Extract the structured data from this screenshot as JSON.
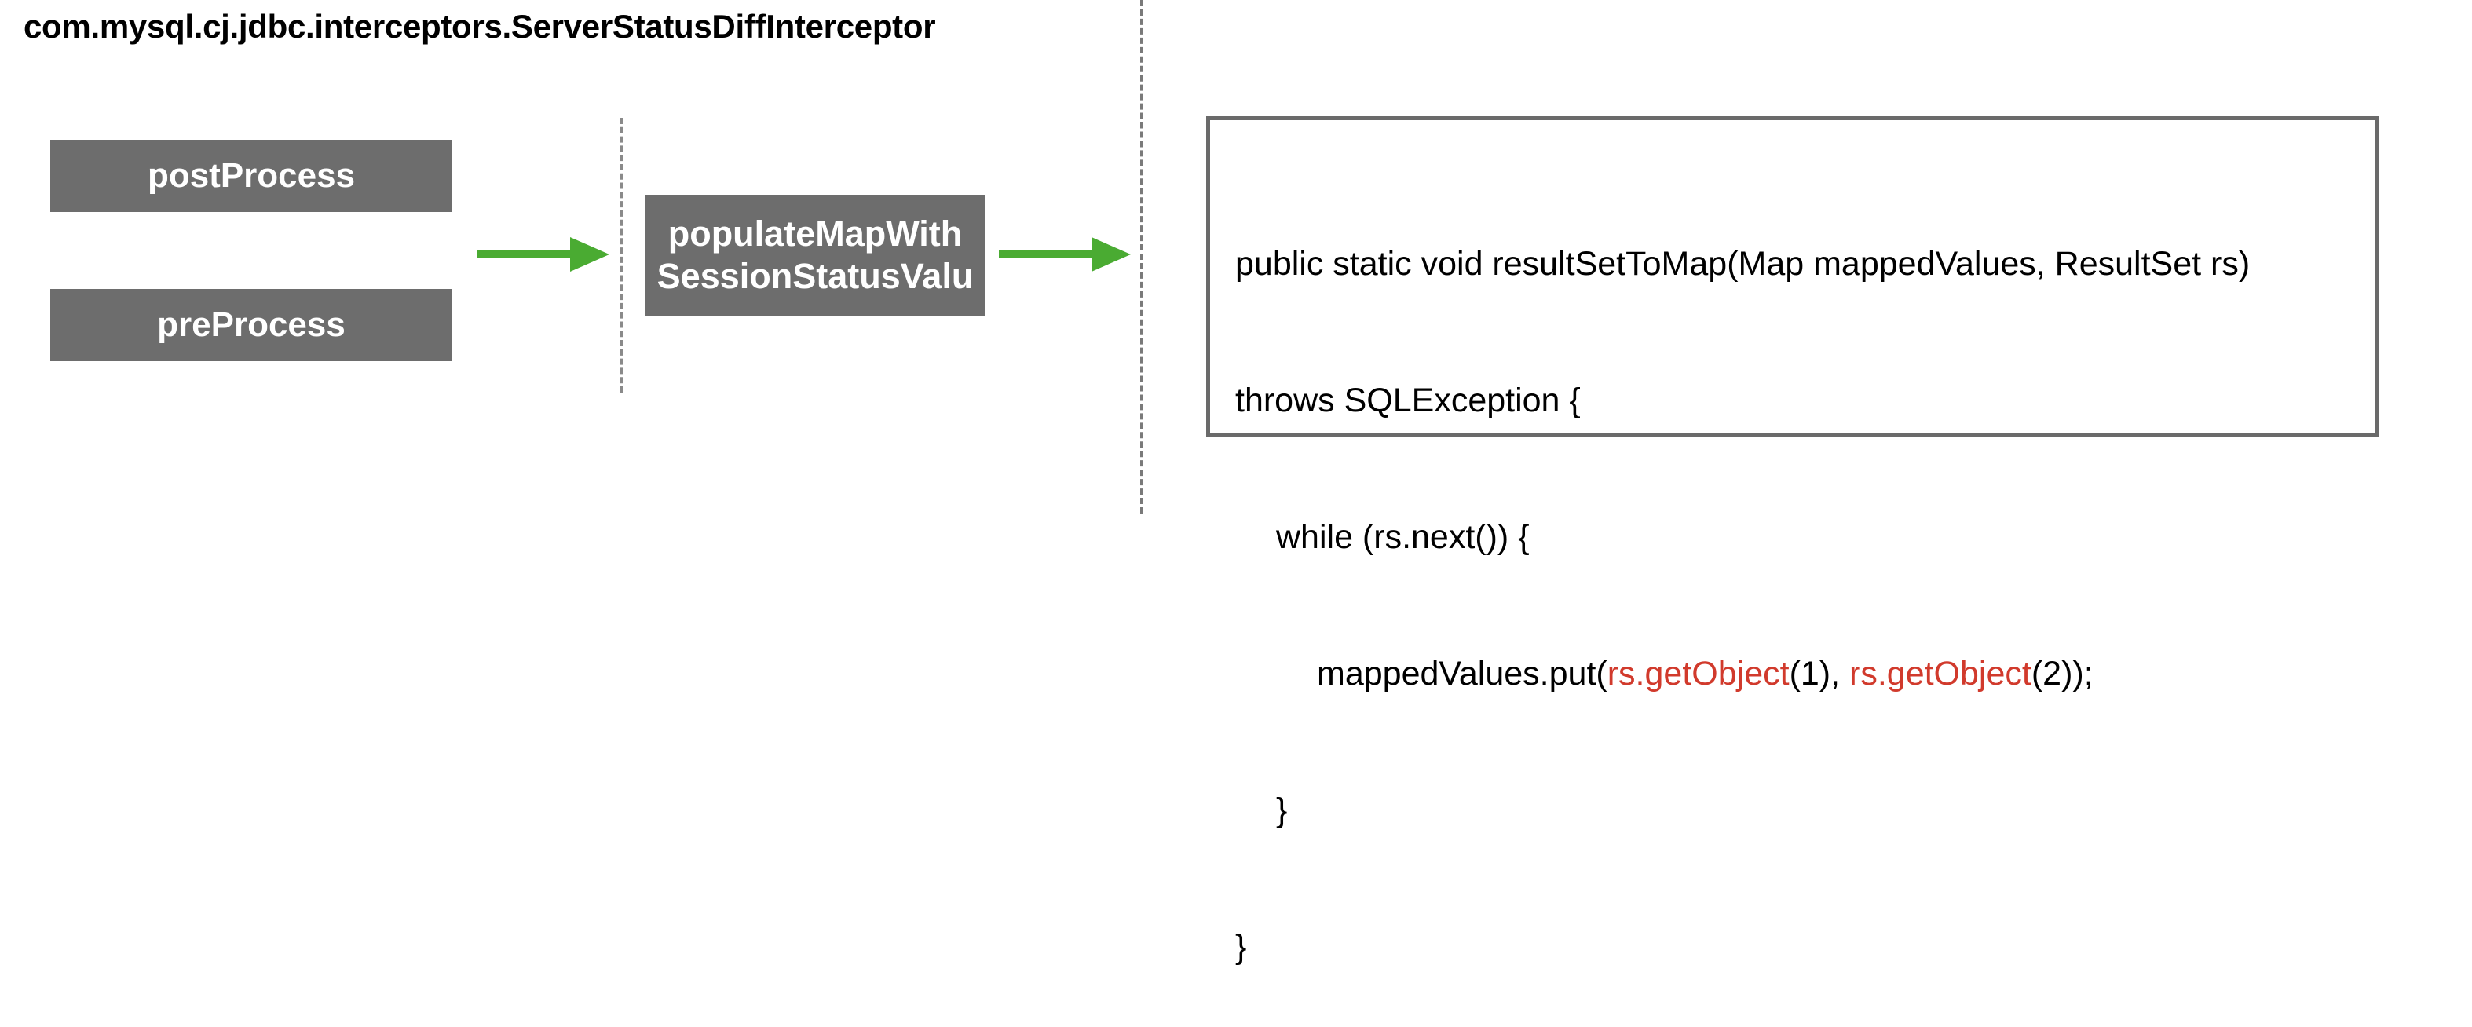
{
  "title": "com.mysql.cj.jdbc.interceptors.ServerStatusDiffInterceptor",
  "boxes": {
    "post_process": "postProcess",
    "pre_process": "preProcess",
    "populate_line1": "populateMapWith",
    "populate_line2": "SessionStatusValu"
  },
  "code": {
    "line1": "public static void resultSetToMap(Map mappedValues, ResultSet rs)",
    "line2": "throws SQLException {",
    "line3": "while (rs.next()) {",
    "line4_prefix": "mappedValues.put(",
    "line4_call1": "rs.getObject",
    "line4_arg1": "(1), ",
    "line4_call2": "rs.getObject",
    "line4_arg2": "(2));",
    "line5": "}",
    "line6": "}"
  },
  "colors": {
    "box_fill": "#6d6d6d",
    "arrow": "#4aab32",
    "highlight": "#d13a2c",
    "dashed_line": "#7a7a7a"
  }
}
